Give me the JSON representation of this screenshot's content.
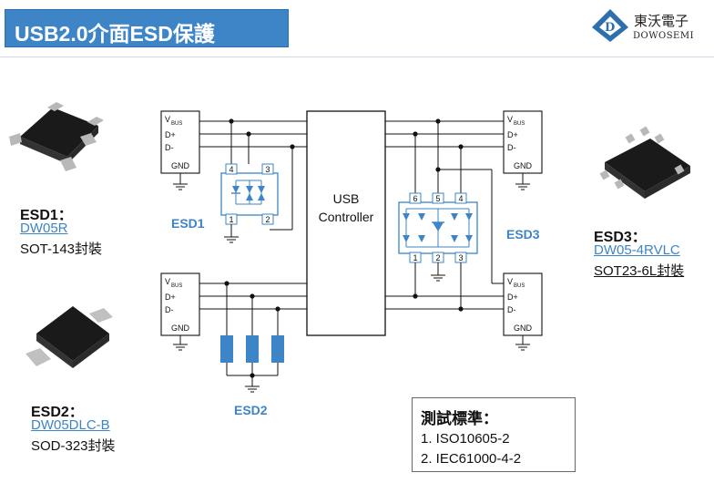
{
  "header": {
    "title": "USB2.0介面ESD保護",
    "logo_cn": "東沃電子",
    "logo_en": "DOWOSEMI",
    "logo_letter": "D"
  },
  "parts": [
    {
      "label": "ESD1：",
      "part": "DW05R",
      "package": "SOT-143封裝"
    },
    {
      "label": "ESD2：",
      "part": "DW05DLC-B",
      "package": "SOD-323封裝"
    },
    {
      "label": "ESD3：",
      "part": "DW05-4RVLC",
      "package": "SOT23-6L封裝"
    }
  ],
  "diagram": {
    "controller_line1": "USB",
    "controller_line2": "Controller",
    "vbus_v": "V",
    "vbus_sub": "BUS",
    "dplus": "D+",
    "dminus": "D-",
    "gnd": "GND",
    "esd1_label": "ESD1",
    "esd2_label": "ESD2",
    "esd3_label": "ESD3",
    "esd1_pins": [
      "4",
      "3",
      "1",
      "2"
    ],
    "esd3_pins_top": [
      "6",
      "5",
      "4"
    ],
    "esd3_pins_bottom": [
      "1",
      "2",
      "3"
    ],
    "accent_color": "#3d85c6"
  },
  "standards": {
    "title": "測試標準：",
    "items": [
      "1.  ISO10605-2",
      "2.  IEC61000-4-2"
    ]
  }
}
